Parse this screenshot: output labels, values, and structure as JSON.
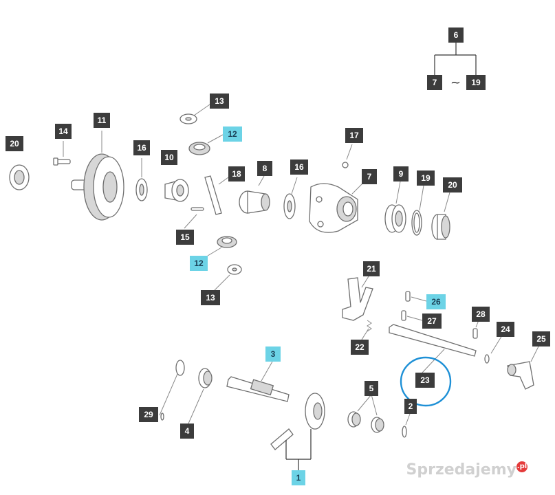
{
  "colors": {
    "label_bg": "#3c3c3c",
    "label_highlight_bg": "#6cd3e6",
    "highlight_circle": "#1e90d6"
  },
  "range_note": {
    "start": "7",
    "symbol": "~",
    "end": "19"
  },
  "callouts": [
    {
      "id": "c6",
      "text": "6",
      "highlight": false
    },
    {
      "id": "c7a",
      "text": "7",
      "highlight": false
    },
    {
      "id": "c19a",
      "text": "19",
      "highlight": false
    },
    {
      "id": "c13a",
      "text": "13",
      "highlight": false
    },
    {
      "id": "c12a",
      "text": "12",
      "highlight": true
    },
    {
      "id": "c11",
      "text": "11",
      "highlight": false
    },
    {
      "id": "c14",
      "text": "14",
      "highlight": false
    },
    {
      "id": "c20a",
      "text": "20",
      "highlight": false
    },
    {
      "id": "c16a",
      "text": "16",
      "highlight": false
    },
    {
      "id": "c10",
      "text": "10",
      "highlight": false
    },
    {
      "id": "c18",
      "text": "18",
      "highlight": false
    },
    {
      "id": "c8",
      "text": "8",
      "highlight": false
    },
    {
      "id": "c16b",
      "text": "16",
      "highlight": false
    },
    {
      "id": "c17",
      "text": "17",
      "highlight": false
    },
    {
      "id": "c7b",
      "text": "7",
      "highlight": false
    },
    {
      "id": "c9",
      "text": "9",
      "highlight": false
    },
    {
      "id": "c19b",
      "text": "19",
      "highlight": false
    },
    {
      "id": "c20b",
      "text": "20",
      "highlight": false
    },
    {
      "id": "c15",
      "text": "15",
      "highlight": false
    },
    {
      "id": "c12b",
      "text": "12",
      "highlight": true
    },
    {
      "id": "c13b",
      "text": "13",
      "highlight": false
    },
    {
      "id": "c21",
      "text": "21",
      "highlight": false
    },
    {
      "id": "c26",
      "text": "26",
      "highlight": true
    },
    {
      "id": "c27",
      "text": "27",
      "highlight": false
    },
    {
      "id": "c28",
      "text": "28",
      "highlight": false
    },
    {
      "id": "c24",
      "text": "24",
      "highlight": false
    },
    {
      "id": "c25",
      "text": "25",
      "highlight": false
    },
    {
      "id": "c22",
      "text": "22",
      "highlight": false
    },
    {
      "id": "c3",
      "text": "3",
      "highlight": true
    },
    {
      "id": "c23",
      "text": "23",
      "highlight": false
    },
    {
      "id": "c5",
      "text": "5",
      "highlight": false
    },
    {
      "id": "c2",
      "text": "2",
      "highlight": false
    },
    {
      "id": "c29",
      "text": "29",
      "highlight": false
    },
    {
      "id": "c4",
      "text": "4",
      "highlight": false
    },
    {
      "id": "c1",
      "text": "1",
      "highlight": true
    }
  ],
  "watermark": {
    "text": "Sprzedajemy",
    "badge": ".pl"
  }
}
